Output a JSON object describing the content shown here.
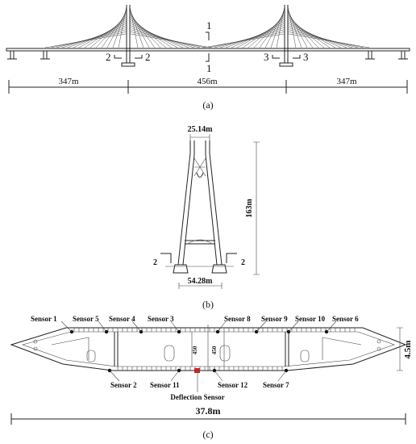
{
  "panel_a": {
    "caption": "(a)",
    "spans": [
      "347m",
      "456m",
      "347m"
    ],
    "section_marks": [
      "1",
      "1",
      "2",
      "2",
      "3",
      "3"
    ]
  },
  "panel_b": {
    "caption": "(b)",
    "top_width": "25.14m",
    "base_width": "54.28m",
    "height": "163m",
    "section_marks": [
      "2",
      "2"
    ]
  },
  "panel_c": {
    "caption": "(c)",
    "width": "37.8m",
    "depth": "4.5m",
    "inner_dims": [
      "450",
      "450"
    ],
    "sensors_top": [
      "Sensor 1",
      "Sensor 5",
      "Sensor 4",
      "Sensor 3",
      "Sensor 8",
      "Sensor 9",
      "Sensor 10",
      "Sensor 6"
    ],
    "sensors_bottom": [
      "Sensor 2",
      "Sensor 11",
      "Sensor 12",
      "Sensor 7"
    ],
    "deflection": "Deflection Sensor"
  }
}
